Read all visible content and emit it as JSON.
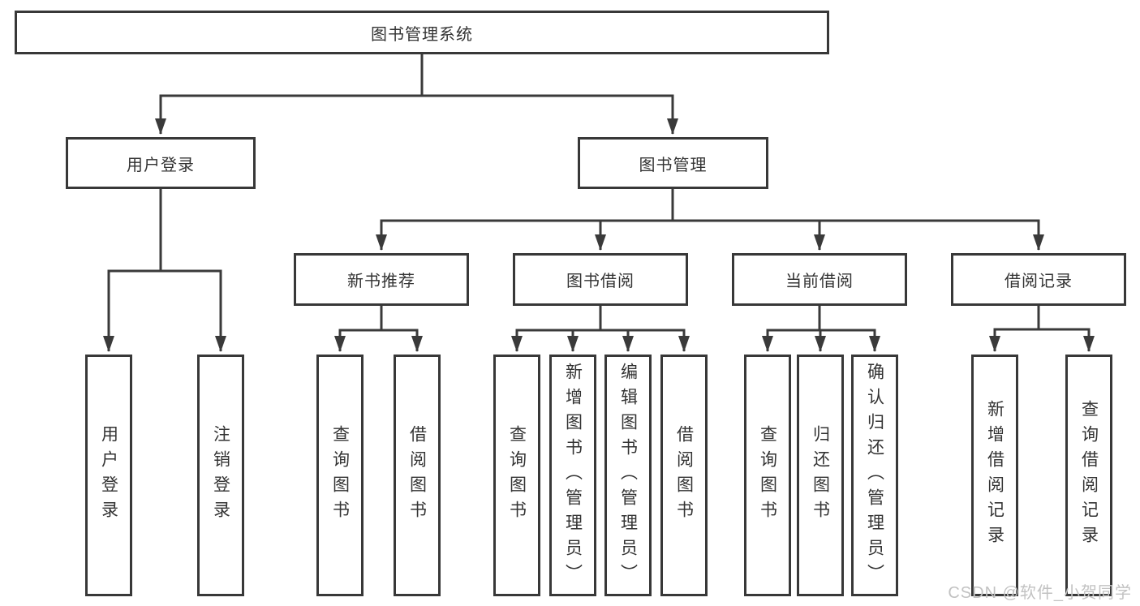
{
  "tree": {
    "label": "图书管理系统",
    "children": [
      {
        "label": "用户登录",
        "children": [
          {
            "label": "用户登录"
          },
          {
            "label": "注销登录"
          }
        ]
      },
      {
        "label": "图书管理",
        "children": [
          {
            "label": "新书推荐",
            "children": [
              {
                "label": "查询图书"
              },
              {
                "label": "借阅图书"
              }
            ]
          },
          {
            "label": "图书借阅",
            "children": [
              {
                "label": "查询图书"
              },
              {
                "label": "新增图书（管理员）"
              },
              {
                "label": "编辑图书（管理员）"
              },
              {
                "label": "借阅图书"
              }
            ]
          },
          {
            "label": "当前借阅",
            "children": [
              {
                "label": "查询图书"
              },
              {
                "label": "归还图书"
              },
              {
                "label": "确认归还（管理员）"
              }
            ]
          },
          {
            "label": "借阅记录",
            "children": [
              {
                "label": "新增借阅记录"
              },
              {
                "label": "查询借阅记录"
              }
            ]
          }
        ]
      }
    ]
  },
  "watermark": {
    "text": "CSDN @软件_小贺同学"
  },
  "colors": {
    "line": "#3a3a3a",
    "box_border": "#383838",
    "box_fill": "#ffffff",
    "text": "#333333",
    "watermark": "#c2c2c2",
    "background": "#ffffff"
  }
}
